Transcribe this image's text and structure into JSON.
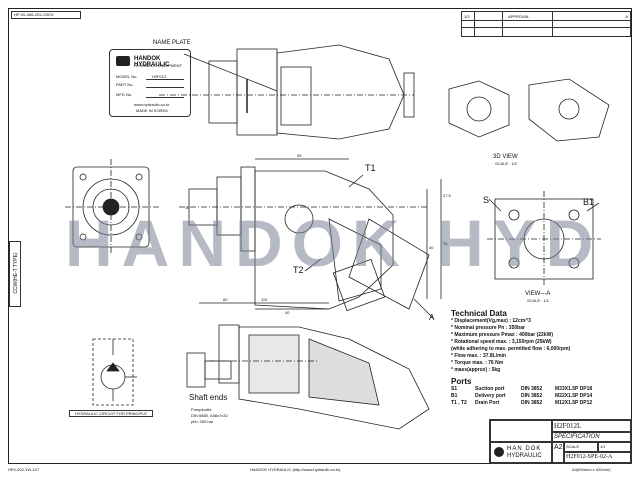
{
  "header": {
    "top_left_code": "HP-00-3d5-2D1-03CH",
    "revision_col_a": "1/2",
    "revision_col_b": "APPROVAL",
    "corner_code": "A"
  },
  "name_plate": {
    "callout": "NAME PLATE",
    "brand": "HANDOK HYDRAULIC",
    "subtitle": "HYDRAULIC EQUIPMENT",
    "model_label": "MODEL No.",
    "model_value": "H2F012",
    "part_label": "PART No.",
    "mfg_label": "MFG No.",
    "website": "www.hydraulic.co.kr",
    "made_in": "MADE IN KOREA"
  },
  "views": {
    "view_3d": "3D VIEW",
    "view_3d_scale": "SCALE : 1/2",
    "view_a": "VIEW---A",
    "view_a_scale": "SCALE : 1/1",
    "side_label": "CCW(HE-T TYPE)",
    "callout_t1": "T1",
    "callout_t2": "T2",
    "callout_s": "S",
    "callout_b1": "B1",
    "callout_a": "A",
    "shaft_title": "Shaft ends",
    "shaft_line1": "Pumpfunfte",
    "shaft_line2": "DIN 6885, A58x7x32",
    "shaft_line3": "pN= 350 bar",
    "circuit_label": "HYDRAULIC CIRCUIT FOR PRINCIPLE"
  },
  "dimensions": {
    "d1": "95",
    "d2": "40",
    "d3": "115",
    "d4": "60",
    "d5": "14",
    "d6": "27.5",
    "d7": "74",
    "d8": "40"
  },
  "watermark": "HANDOK HYD",
  "technical_data": {
    "title": "Technical Data",
    "lines": [
      "* Displacement(Vg,max) : 12cm^3",
      "* Nominal pressure Pn : 350bar",
      "* Maximum pressure Pmax : 400bar (22kW)",
      "* Rotational speed max. : 3,150rpm (25kW)",
      "  (while adhering to max. permitted flow : 6,000rpm)",
      "* Flow max. : 37.8L/min",
      "* Torque max. : 76 Nm",
      "* mass(approx) : 5kg"
    ]
  },
  "ports": {
    "title": "Ports",
    "rows": [
      {
        "code": "S1",
        "name": "Suction port",
        "std": "DIN 3852",
        "size": "M33X1.5P DP18"
      },
      {
        "code": "B1",
        "name": "Delivery port",
        "std": "DIN 3852",
        "size": "M22X1.5P DP14"
      },
      {
        "code": "T1 , T2",
        "name": "Drain Port",
        "std": "DIN 3852",
        "size": "M12X1.5P DP12"
      }
    ]
  },
  "title_block": {
    "model": "H2F012L",
    "doc_type": "SPECIFICATION",
    "company_line1": "HAN DOK",
    "company_line2": "HYDRAULIC",
    "drawing_no": "H2F012-SPE-02-A",
    "size": "A2",
    "scale_label": "SCALE",
    "sheet": "1/1"
  },
  "footer": {
    "left_code": "HP4-002-1W-107",
    "center": "HANDOK HYDRAULIC (http://www.hydraulic.co.kr)",
    "right": "A3(594mm x 420mm)"
  }
}
